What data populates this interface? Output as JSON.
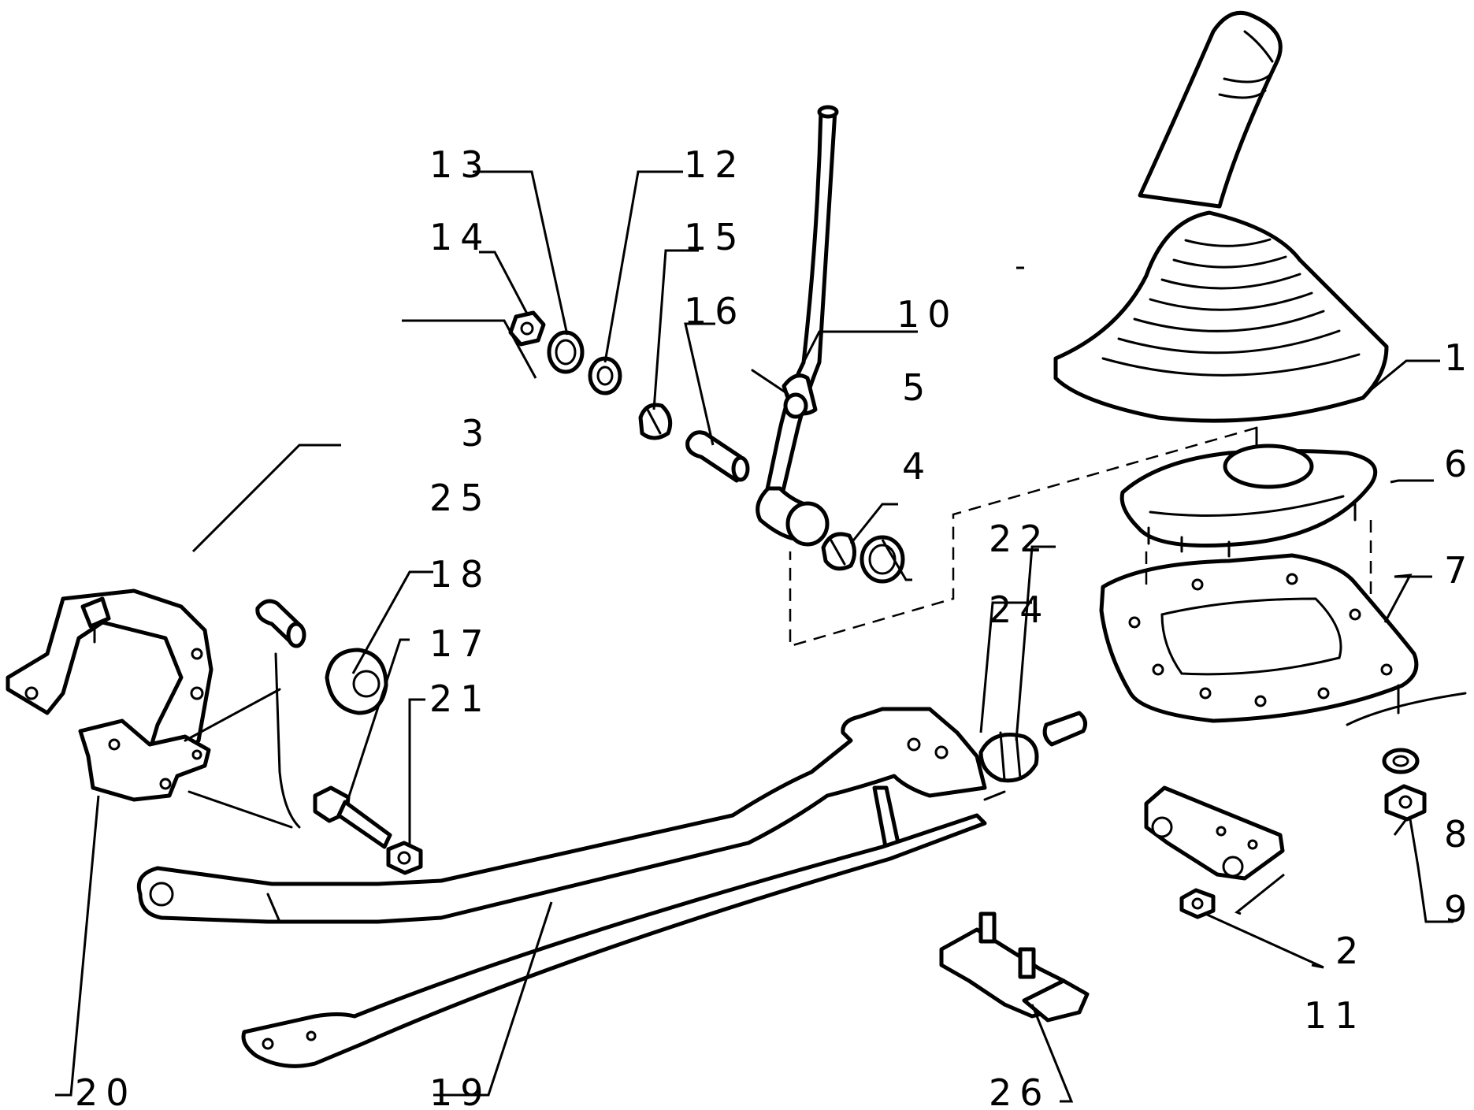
{
  "diagram": {
    "callouts": {
      "c1": "1",
      "c2": "2",
      "c3": "3",
      "c4": "4",
      "c5": "5",
      "c6": "6",
      "c7": "7",
      "c8": "8",
      "c9": "9",
      "c10": "10",
      "c11": "11",
      "c12": "12",
      "c13": "13",
      "c14": "14",
      "c15": "15",
      "c16": "16",
      "c17": "17",
      "c18": "18",
      "c19": "19",
      "c20": "20",
      "c21": "21",
      "c22": "22",
      "c24": "24",
      "c25": "25",
      "c26": "26"
    }
  }
}
